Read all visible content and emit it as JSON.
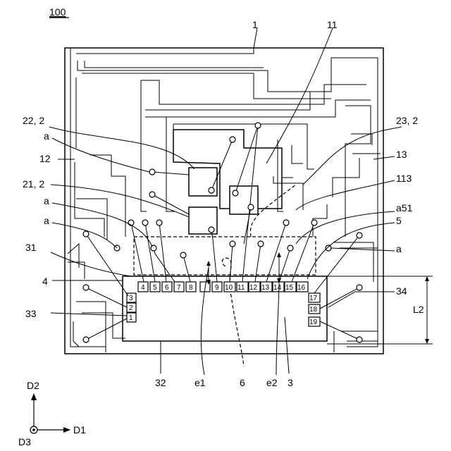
{
  "figure_number": "100",
  "labels": {
    "l1": "1",
    "l11": "11",
    "l22_2": "22, 2",
    "l23_2": "23, 2",
    "a_1": "a",
    "l12": "12",
    "l13": "13",
    "l113": "113",
    "l21_2": "21, 2",
    "a_2": "a",
    "a51": "a51",
    "a_3": "a",
    "l5": "5",
    "l31": "31",
    "a_4": "a",
    "l4": "4",
    "l34": "34",
    "l33": "33",
    "L2": "L2",
    "l32": "32",
    "e1": "e1",
    "l6": "6",
    "e2": "e2",
    "l3": "3"
  },
  "pins": [
    "1",
    "2",
    "3",
    "4",
    "5",
    "6",
    "7",
    "8",
    "9",
    "10",
    "11",
    "12",
    "13",
    "14",
    "15",
    "16",
    "17",
    "18",
    "19"
  ],
  "axes": {
    "d1": "D1",
    "d2": "D2",
    "d3": "D3"
  }
}
